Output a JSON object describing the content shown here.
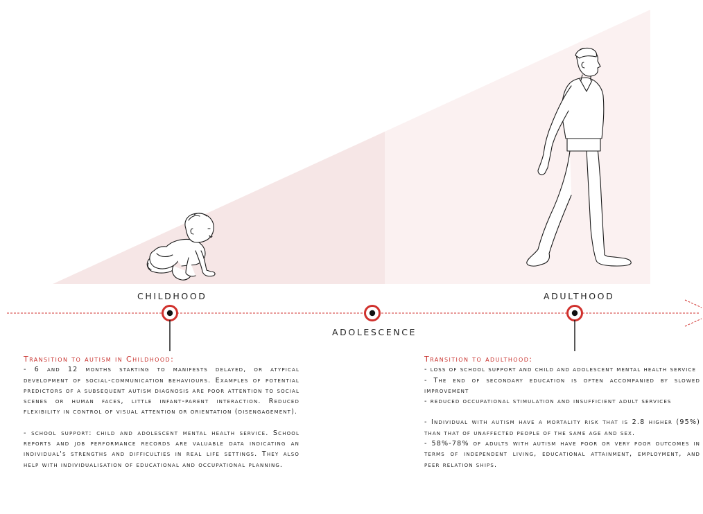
{
  "stages": {
    "childhood": "Childhood",
    "adolescence": "Adolescence",
    "adulthood": "Adulthood"
  },
  "childhood_block": {
    "title": "Transition to autism in Childhood:",
    "para1": "- 6 and 12 months starting to manifests delayed, or atypical development of social-communication behaviours. Examples of potential predictors of a subsequent autism diagnosis are poor attention to social scenes or human faces, little infant-parent interaction. Reduced flexibility in control of visual attention or orientation (disengagement).",
    "para2": "- school support: child and adolescent mental health service. School reports and job performance records are valuable data indicating an individual's strengths and difficulties in real life settings. They also help with individualisation of educational and occupational planning."
  },
  "adulthood_block": {
    "title": "Transition to adulthood:",
    "item1": "- loss of school support and child and adolescent mental health service",
    "item2": "- The end of secondary education is often accompanied by slowed improvement",
    "item3": "- reduced occupational stimulation and insufficient adult services",
    "item4": "- Individual with autism have a mortality risk that is 2.8 higher (95%) than that of unaffected people of the same age and sex.",
    "item5": "- 58%-78% of adults with autism have poor or very poor outcomes in terms of independent living, educational attainment, employment, and peer relation ships."
  },
  "colors": {
    "accent_red": "#d0312d",
    "wedge_left": "#f6e6e6",
    "wedge_right": "#fbf1f1",
    "ink": "#1a1a1a"
  }
}
